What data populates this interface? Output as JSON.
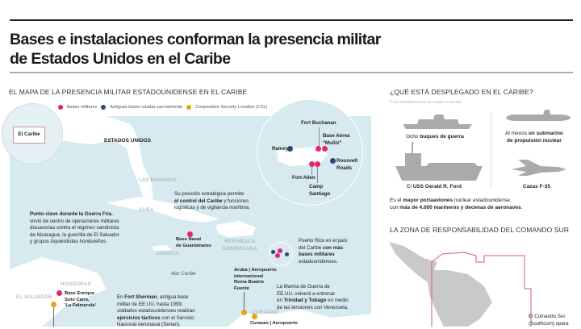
{
  "title": {
    "line1": "Bases e instalaciones conforman la presencia militar",
    "line2": "de Estados Unidos en el Caribe"
  },
  "colors": {
    "military_base": "#e6246e",
    "former_base": "#2b4a6e",
    "csl": "#e8a21b",
    "water": "#d7eaf0",
    "zone_border": "#d9557f"
  },
  "map": {
    "heading": "EL MAPA DE LA PRESENCIA MILITAR ESTADOUNIDENSE EN EL CARIBE",
    "legend": [
      "Bases militares",
      "Antiguas bases usadas parcialmente",
      "Cooperative Security Location (CSL)"
    ],
    "locator_label": "El Caribe",
    "places": {
      "usa": "ESTADOS UNIDOS",
      "bahamas": "LAS BAHAMAS",
      "cuba": "CUBA",
      "dominicana1": "REPÚBLICA",
      "dominicana2": "DOMINICANA",
      "jamaica": "JAMAICA",
      "sea": "Mar Caribe",
      "honduras": "HONDURAS",
      "salvador": "EL SALVADOR",
      "curazao": "CURAZAO"
    },
    "pr_inset": {
      "fort_buchanan": "Fort Buchanan",
      "muniz1": "Base Aérea",
      "muniz2": "\"Muñiz\"",
      "ramey": "Ramey",
      "roosvelt1": "Roosvelt",
      "roosvelt2": "Roads",
      "fort_allen": "Fort Allen",
      "camp1": "Camp",
      "camp2": "Santiago"
    },
    "bases": {
      "guantanamo1": "Base Naval",
      "guantanamo2": "de Guantánamo",
      "soto1": "Base Enrique",
      "soto2": "Soto Cano,",
      "soto3": "'La Palmerola'",
      "aruba1": "Aruba | Aeropuerto",
      "aruba2": "internacional",
      "aruba3": "Reina Beatrix",
      "aruba4": "Fuente",
      "curazao": "Curazao | Aeropuerto"
    },
    "notes": {
      "strategic": [
        "Su posición estratégica permite",
        "el control del Caribe",
        " y funciones",
        "logísticas y de vigilancia marítima."
      ],
      "cold_war": [
        "Punto clave durante la Guerra Fría",
        ",",
        "sirvió de centro de operaciones militares",
        "disuasorias contra el régimen sandinista",
        "de Nicaragua, la guerrilla de El Salvador",
        "y grupos izquierdistas hondureños."
      ],
      "pr": [
        "Puerto Rico es el país",
        "del Caribe ",
        "con más",
        "bases militares",
        "estadounidenses."
      ],
      "sherman": [
        "En ",
        "Fort Sherman",
        ", antigua base",
        "militar de EE.UU. hasta 1999,",
        "soldados estadounidenses realizan",
        "ejercicios tácticos",
        " con el Servicio",
        "Nacional Aeronaval (Senan)."
      ],
      "trinidad": [
        "La Marina de Guerra de",
        "EE.UU. volverá a entrenar",
        "en ",
        "Trinidad y Tobago",
        " en medio",
        "de las tensiones con Venezuela."
      ]
    }
  },
  "deployed": {
    "heading": "¿QUÉ ESTÁ DESPLEGADO EN EL CARIBE?",
    "note": "*Las instalaciones no están a escala",
    "ships": [
      "Ocho ",
      "buques de guerra"
    ],
    "sub": [
      "Al menos ",
      "un submarino",
      "de propulsión nuclear"
    ],
    "ford": [
      "El ",
      "USS Gerald R. Ford"
    ],
    "f35": "Cazas F-35",
    "ford_desc": [
      "Es el ",
      "mayor portaaviones",
      " nuclear estadounidense,",
      "con ",
      "más de 4.000 marineros y decenas de aeronaves",
      "."
    ]
  },
  "southcom": {
    "heading": "LA ZONA DE RESPONSABILIDAD DEL COMANDO SUR",
    "desc1": "El Comando Sur",
    "desc2": "(Southcom) opera"
  }
}
